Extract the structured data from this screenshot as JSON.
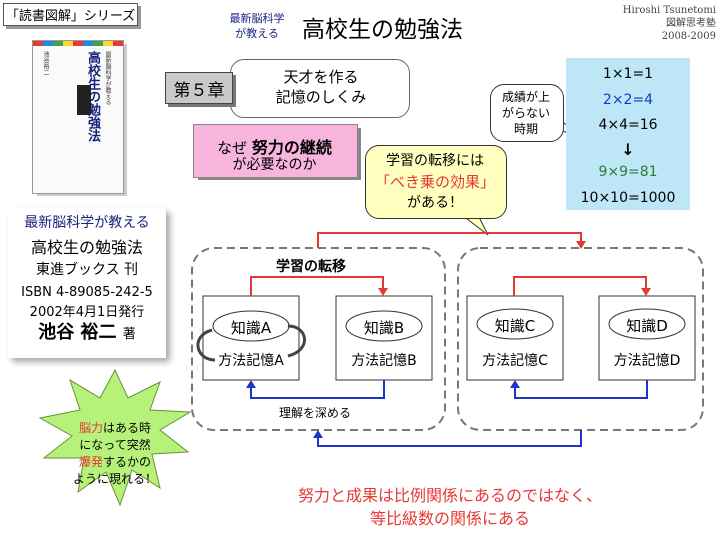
{
  "header": {
    "series": "「読書図解」シリーズ",
    "sub_title_line1": "最新脳科学",
    "sub_title_line2": "が教える",
    "main_title": "高校生の勉強法",
    "credit_name": "Hiroshi Tsunetomi",
    "credit_org": "図解思考塾",
    "credit_years": "2008-2009"
  },
  "book_cover": {
    "title": "高校生の勉強法",
    "sub": "最新脳科学が教える",
    "author_vertical": "池谷裕二"
  },
  "book_info": {
    "line1": "最新脳科学が教える",
    "line2": "高校生の勉強法",
    "line3": "東進ブックス 刊",
    "line4": "ISBN 4-89085-242-5",
    "line5": "2002年4月1日発行",
    "author": "池谷 裕二",
    "author_suffix": "著"
  },
  "chapter": {
    "tag": "第５章",
    "line1": "天才を作る",
    "line2": "記憶のしくみ"
  },
  "question": {
    "prefix": "なぜ",
    "emphasis": "努力の継続",
    "line2": "が必要なのか"
  },
  "bubble_effect": {
    "line1": "学習の転移には",
    "line2": "「べき乗の効果」",
    "line3": "がある！"
  },
  "bubble_plateau": {
    "line1": "成績が上",
    "line2": "がらない",
    "line3": "時期"
  },
  "powers": {
    "p1": "1×1=1",
    "p2": "2×2=4",
    "p3": "4×4=16",
    "arrow": "↓",
    "p4": "9×9=81",
    "p5": "10×10=1000"
  },
  "transfer": {
    "group_label": "学習の転移",
    "knowledge_a": "知識A",
    "knowledge_b": "知識B",
    "knowledge_c": "知識C",
    "knowledge_d": "知識D",
    "method_a": "方法記憶A",
    "method_b": "方法記憶B",
    "method_c": "方法記憶C",
    "method_d": "方法記憶D",
    "deepen_label": "理解を深める"
  },
  "starburst": {
    "w1": "脳力",
    "t1": "はある時",
    "t2": "になって突然",
    "w2": "爆発",
    "t3": "するかの",
    "t4": "ように現れる！"
  },
  "conclusion": {
    "line1": "努力と成果は比例関係にあるのではなく、",
    "line2": "等比級数の関係にある"
  },
  "colors": {
    "red": "#e53935",
    "blue": "#1a35c8",
    "pink": "#f7b4dd",
    "yellow": "#ffffc0",
    "light_blue": "#bde6f6",
    "burst_green": "#b6f27a"
  }
}
